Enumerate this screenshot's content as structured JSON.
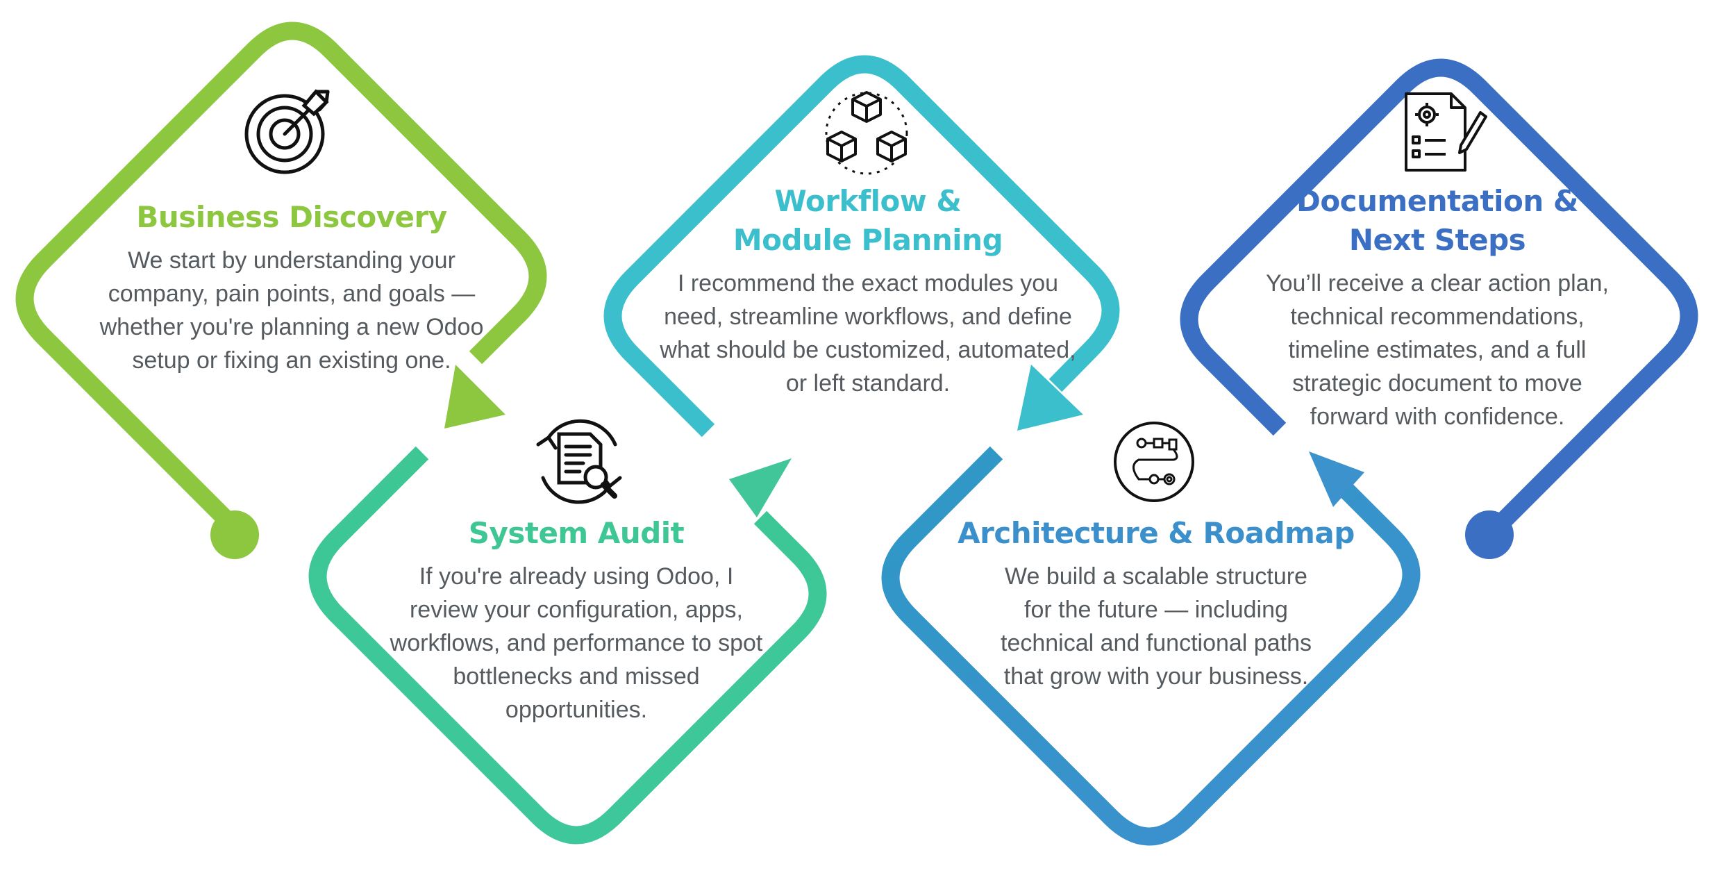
{
  "colors": {
    "green": "#8dc63f",
    "teal": "#3cbfcc",
    "mint": "#3ec795",
    "blue": "#3b8fcb",
    "navy": "#3a6fc4",
    "text": "#555a5f"
  },
  "steps": [
    {
      "id": "business-discovery",
      "title": "Business Discovery",
      "description": "We start by understanding your\ncompany, pain points, and goals —\nwhether you're planning a new Odoo\nsetup or fixing an existing one.",
      "color": "#8dc63f",
      "icon": "target-arrow-icon"
    },
    {
      "id": "system-audit",
      "title": "System Audit",
      "description": "If you're already using Odoo, I\nreview your configuration, apps,\nworkflows, and performance to spot\nbottlenecks and missed\nopportunities.",
      "color": "#3ec795",
      "icon": "document-search-icon"
    },
    {
      "id": "workflow-planning",
      "title": "Workflow &\nModule Planning",
      "description": "I recommend the exact modules you\nneed, streamline workflows, and define\nwhat should be customized, automated,\nor left standard.",
      "color": "#3cbfcc",
      "icon": "modules-cubes-icon"
    },
    {
      "id": "architecture-roadmap",
      "title": "Architecture & Roadmap",
      "description": "We build a scalable structure\nfor the future — including\ntechnical and functional paths\nthat grow with your business.",
      "color": "#3b8fcb",
      "icon": "roadmap-flow-icon"
    },
    {
      "id": "documentation-next-steps",
      "title": "Documentation &\nNext Steps",
      "description": "You’ll receive a clear action plan,\ntechnical recommendations,\ntimeline estimates, and a full\nstrategic document to move\nforward with confidence.",
      "color": "#3a6fc4",
      "icon": "document-gear-pencil-icon"
    }
  ]
}
